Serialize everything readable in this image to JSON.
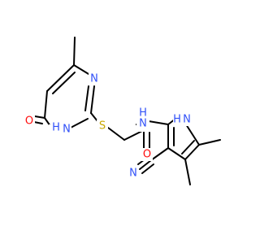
{
  "molecule": {
    "colors": {
      "bond": "#000000",
      "O": "#ff0d0d",
      "N": "#3050f8",
      "S": "#c8a800",
      "C": "#000000"
    },
    "atoms": [
      {
        "id": "a1",
        "label": "O",
        "element": "O"
      },
      {
        "id": "a2",
        "label": "N",
        "element": "N"
      },
      {
        "id": "a3",
        "label": "S",
        "element": "S"
      },
      {
        "id": "a4",
        "label": "O",
        "element": "O"
      },
      {
        "id": "a5",
        "label": "H",
        "element": "N"
      },
      {
        "id": "a6",
        "label": "N",
        "element": "N"
      },
      {
        "id": "a7",
        "label": "N",
        "element": "N"
      },
      {
        "id": "a8",
        "label": "H",
        "element": "N"
      },
      {
        "id": "a9",
        "label": "H",
        "element": "N"
      },
      {
        "id": "a10",
        "label": "N",
        "element": "N"
      },
      {
        "id": "a11",
        "label": "N",
        "element": "N"
      }
    ]
  }
}
